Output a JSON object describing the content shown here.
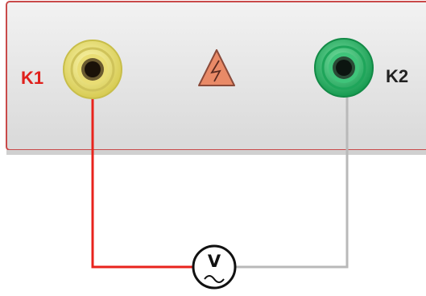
{
  "panel": {
    "color": "#e6e6e6",
    "border_color": "#c94a4a"
  },
  "terminals": [
    {
      "label": "K1",
      "label_color": "#e0201c",
      "jack_color": "#ebe27e",
      "wire_color": "#e8231c"
    },
    {
      "label": "K2",
      "label_color": "#222222",
      "jack_color": "#2fb86a",
      "wire_color": "#b9b9b9"
    }
  ],
  "warning_icon": {
    "name": "high-voltage-warning-icon",
    "color": "#e98a67"
  },
  "meter": {
    "letter": "V",
    "name": "ac-voltmeter-icon"
  }
}
